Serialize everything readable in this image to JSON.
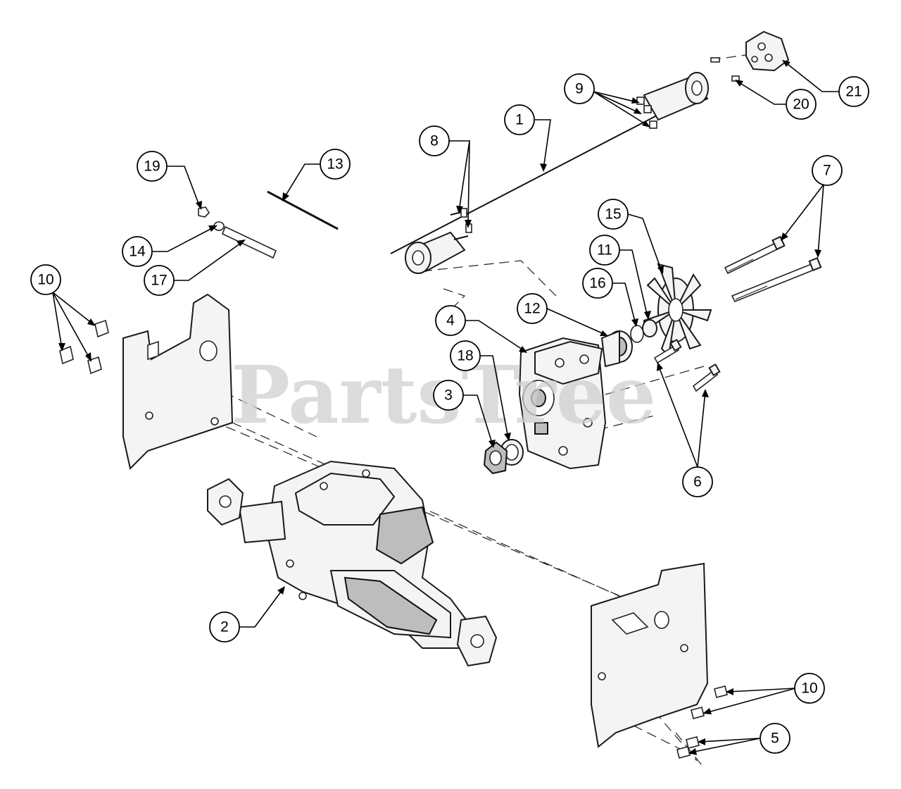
{
  "watermark": "PartsTree",
  "callouts": [
    {
      "id": "1",
      "label": "1"
    },
    {
      "id": "2",
      "label": "2"
    },
    {
      "id": "3",
      "label": "3"
    },
    {
      "id": "4",
      "label": "4"
    },
    {
      "id": "5",
      "label": "5"
    },
    {
      "id": "6",
      "label": "6"
    },
    {
      "id": "7",
      "label": "7"
    },
    {
      "id": "8",
      "label": "8"
    },
    {
      "id": "9",
      "label": "9"
    },
    {
      "id": "10a",
      "label": "10"
    },
    {
      "id": "10b",
      "label": "10"
    },
    {
      "id": "11",
      "label": "11"
    },
    {
      "id": "12",
      "label": "12"
    },
    {
      "id": "13",
      "label": "13"
    },
    {
      "id": "14",
      "label": "14"
    },
    {
      "id": "15",
      "label": "15"
    },
    {
      "id": "16",
      "label": "16"
    },
    {
      "id": "17",
      "label": "17"
    },
    {
      "id": "18",
      "label": "18"
    },
    {
      "id": "19",
      "label": "19"
    },
    {
      "id": "20",
      "label": "20"
    },
    {
      "id": "21",
      "label": "21"
    }
  ]
}
